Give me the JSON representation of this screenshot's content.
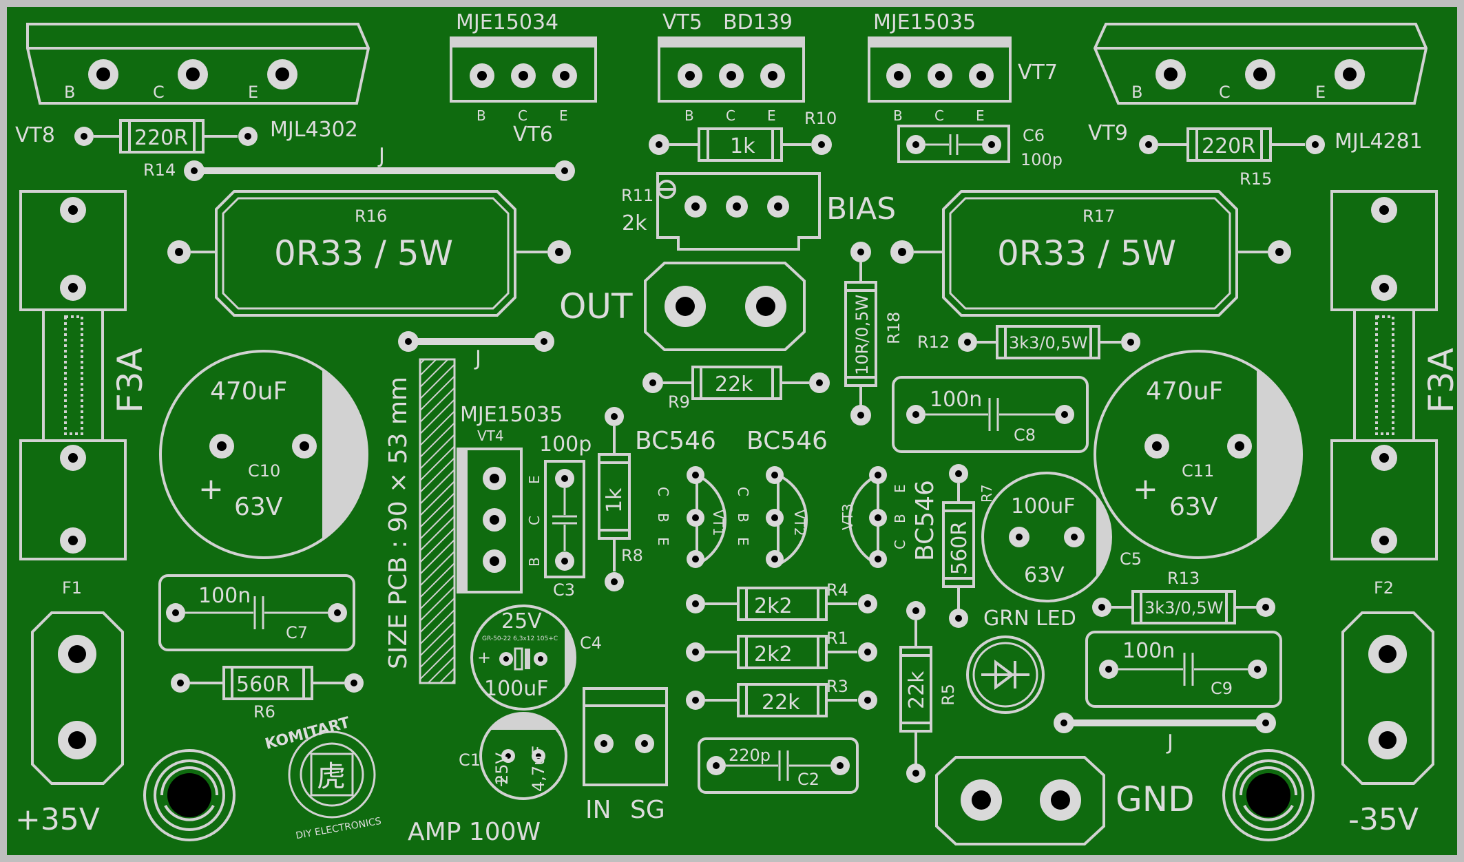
{
  "colors": {
    "board": "#0f6b0f",
    "frame": "#bfbfbf",
    "silk": "#d2d2d2",
    "pad": "#d9d9d9"
  },
  "labels": {
    "vt6_type": "MJE15034",
    "vt5": "VT5",
    "vt5_type": "BD139",
    "vt7_type": "MJE15035",
    "vt7": "VT7",
    "vt8": "VT8",
    "mjl4302": "MJL4302",
    "vt6": "VT6",
    "vt9": "VT9",
    "mjl4281": "MJL4281",
    "r14_val": "220R",
    "r14": "R14",
    "r15_val": "220R",
    "r15": "R15",
    "r10": "R10",
    "r10_val": "1k",
    "c6": "C6",
    "c6_val": "100p",
    "r11": "R11",
    "r11_val": "2k",
    "bias": "BIAS",
    "r16": "R16",
    "r16_val": "0R33 / 5W",
    "r17": "R17",
    "r17_val": "0R33 / 5W",
    "out": "OUT",
    "r18": "R18",
    "r18_val": "10R/0,5W",
    "r12": "R12",
    "r12_val": "3k3/0,5W",
    "r9": "R9",
    "r9_val": "22k",
    "c8": "C8",
    "c8_val": "100n",
    "c10_val": "470uF",
    "c10": "C10",
    "c10_volt": "63V",
    "c11_val": "470uF",
    "c11": "C11",
    "c11_volt": "63V",
    "fuse": "F3A",
    "f1": "F1",
    "f2": "F2",
    "size": "SIZE PCB : 90 × 53 mm",
    "vt4_type": "MJE15035",
    "vt4": "VT4",
    "c3": "C3",
    "c3_val": "100p",
    "r8": "R8",
    "r8_val": "1k",
    "bc546": "BC546",
    "vt1": "VT1",
    "vt2": "VT2",
    "vt3": "VT3",
    "r7": "R7",
    "r7_val": "560R",
    "c5_val": "100uF",
    "c5": "C5",
    "c5_volt": "63V",
    "r4": "R4",
    "r4_val": "2k2",
    "r1": "R1",
    "r1_val": "2k2",
    "r3": "R3",
    "r3_val": "22k",
    "r5": "R5",
    "r5_val": "22k",
    "r13": "R13",
    "r13_val": "3k3/0,5W",
    "grn_led": "GRN LED",
    "c9": "C9",
    "c9_val": "100n",
    "c7": "C7",
    "c7_val": "100n",
    "r6": "R6",
    "r6_val": "560R",
    "c4": "C4",
    "c4_volt": "25V",
    "c4_val": "100uF",
    "c4_code": "GR-50-22 6,3x12 105+C",
    "c1": "C1",
    "c1_volt": "25V",
    "c1_val": "4,7uF",
    "c2": "C2",
    "c2_val": "220p",
    "in": "IN",
    "sg": "SG",
    "gnd": "GND",
    "plus35": "+35V",
    "minus35": "-35V",
    "amp": "AMP 100W",
    "logo_top": "KOMITART",
    "logo_bottom": "DIY ELECTRONICS",
    "logo_glyph": "虎",
    "j": "J",
    "b": "B",
    "c": "C",
    "e": "E",
    "plus": "+"
  }
}
